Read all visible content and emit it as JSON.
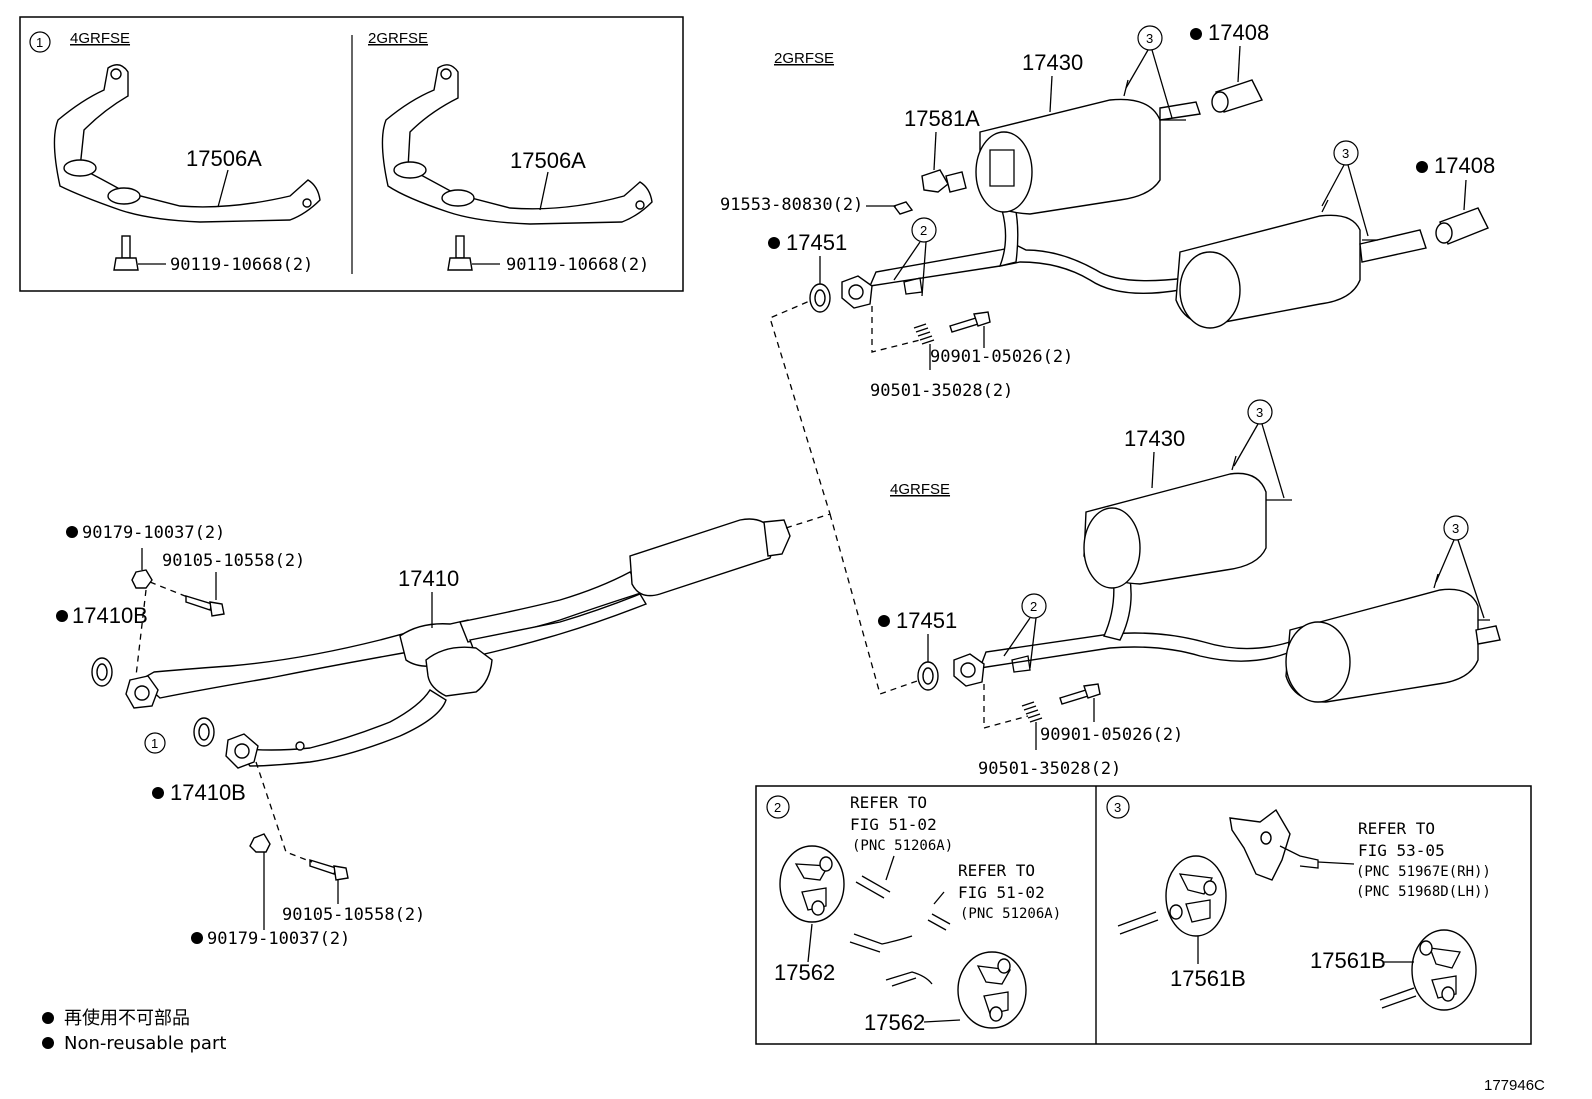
{
  "inset_bracket": {
    "callout": "1",
    "left_engine": "4GRFSE",
    "right_engine": "2GRFSE",
    "part_left": "17506A",
    "part_right": "17506A",
    "bolt_left": "90119-10668(2)",
    "bolt_right": "90119-10668(2)"
  },
  "front_pipe": {
    "part": "17410",
    "gasket": "17410B",
    "nut": "90179-10037(2)",
    "bolt": "90105-10558(2)"
  },
  "tail_2grfse": {
    "engine": "2GRFSE",
    "part": "17430",
    "tip": "17408",
    "bracket": "17581A",
    "bolt": "91553-80830(2)",
    "gasket": "17451",
    "stud": "90901-05026(2)",
    "spring": "90501-35028(2)"
  },
  "tail_4grfse": {
    "engine": "4GRFSE",
    "part": "17430",
    "gasket": "17451",
    "stud": "90901-05026(2)",
    "spring": "90501-35028(2)"
  },
  "callouts": {
    "c1": "1",
    "c2": "2",
    "c3": "3"
  },
  "detail_2": {
    "refer_a": {
      "line1": "REFER TO",
      "line2": "FIG 51-02",
      "pnc": "(PNC 51206A)"
    },
    "refer_b": {
      "line1": "REFER TO",
      "line2": "FIG 51-02",
      "pnc": "(PNC 51206A)"
    },
    "hanger": "17562"
  },
  "detail_3": {
    "refer": {
      "line1": "REFER TO",
      "line2": "FIG 53-05",
      "pnc_rh": "(PNC 51967E(RH))",
      "pnc_lh": "(PNC 51968D(LH))"
    },
    "hanger": "17561B"
  },
  "legend": {
    "jp": "再使用不可部品",
    "en": "Non-reusable part"
  },
  "diagram_id": "177946C"
}
